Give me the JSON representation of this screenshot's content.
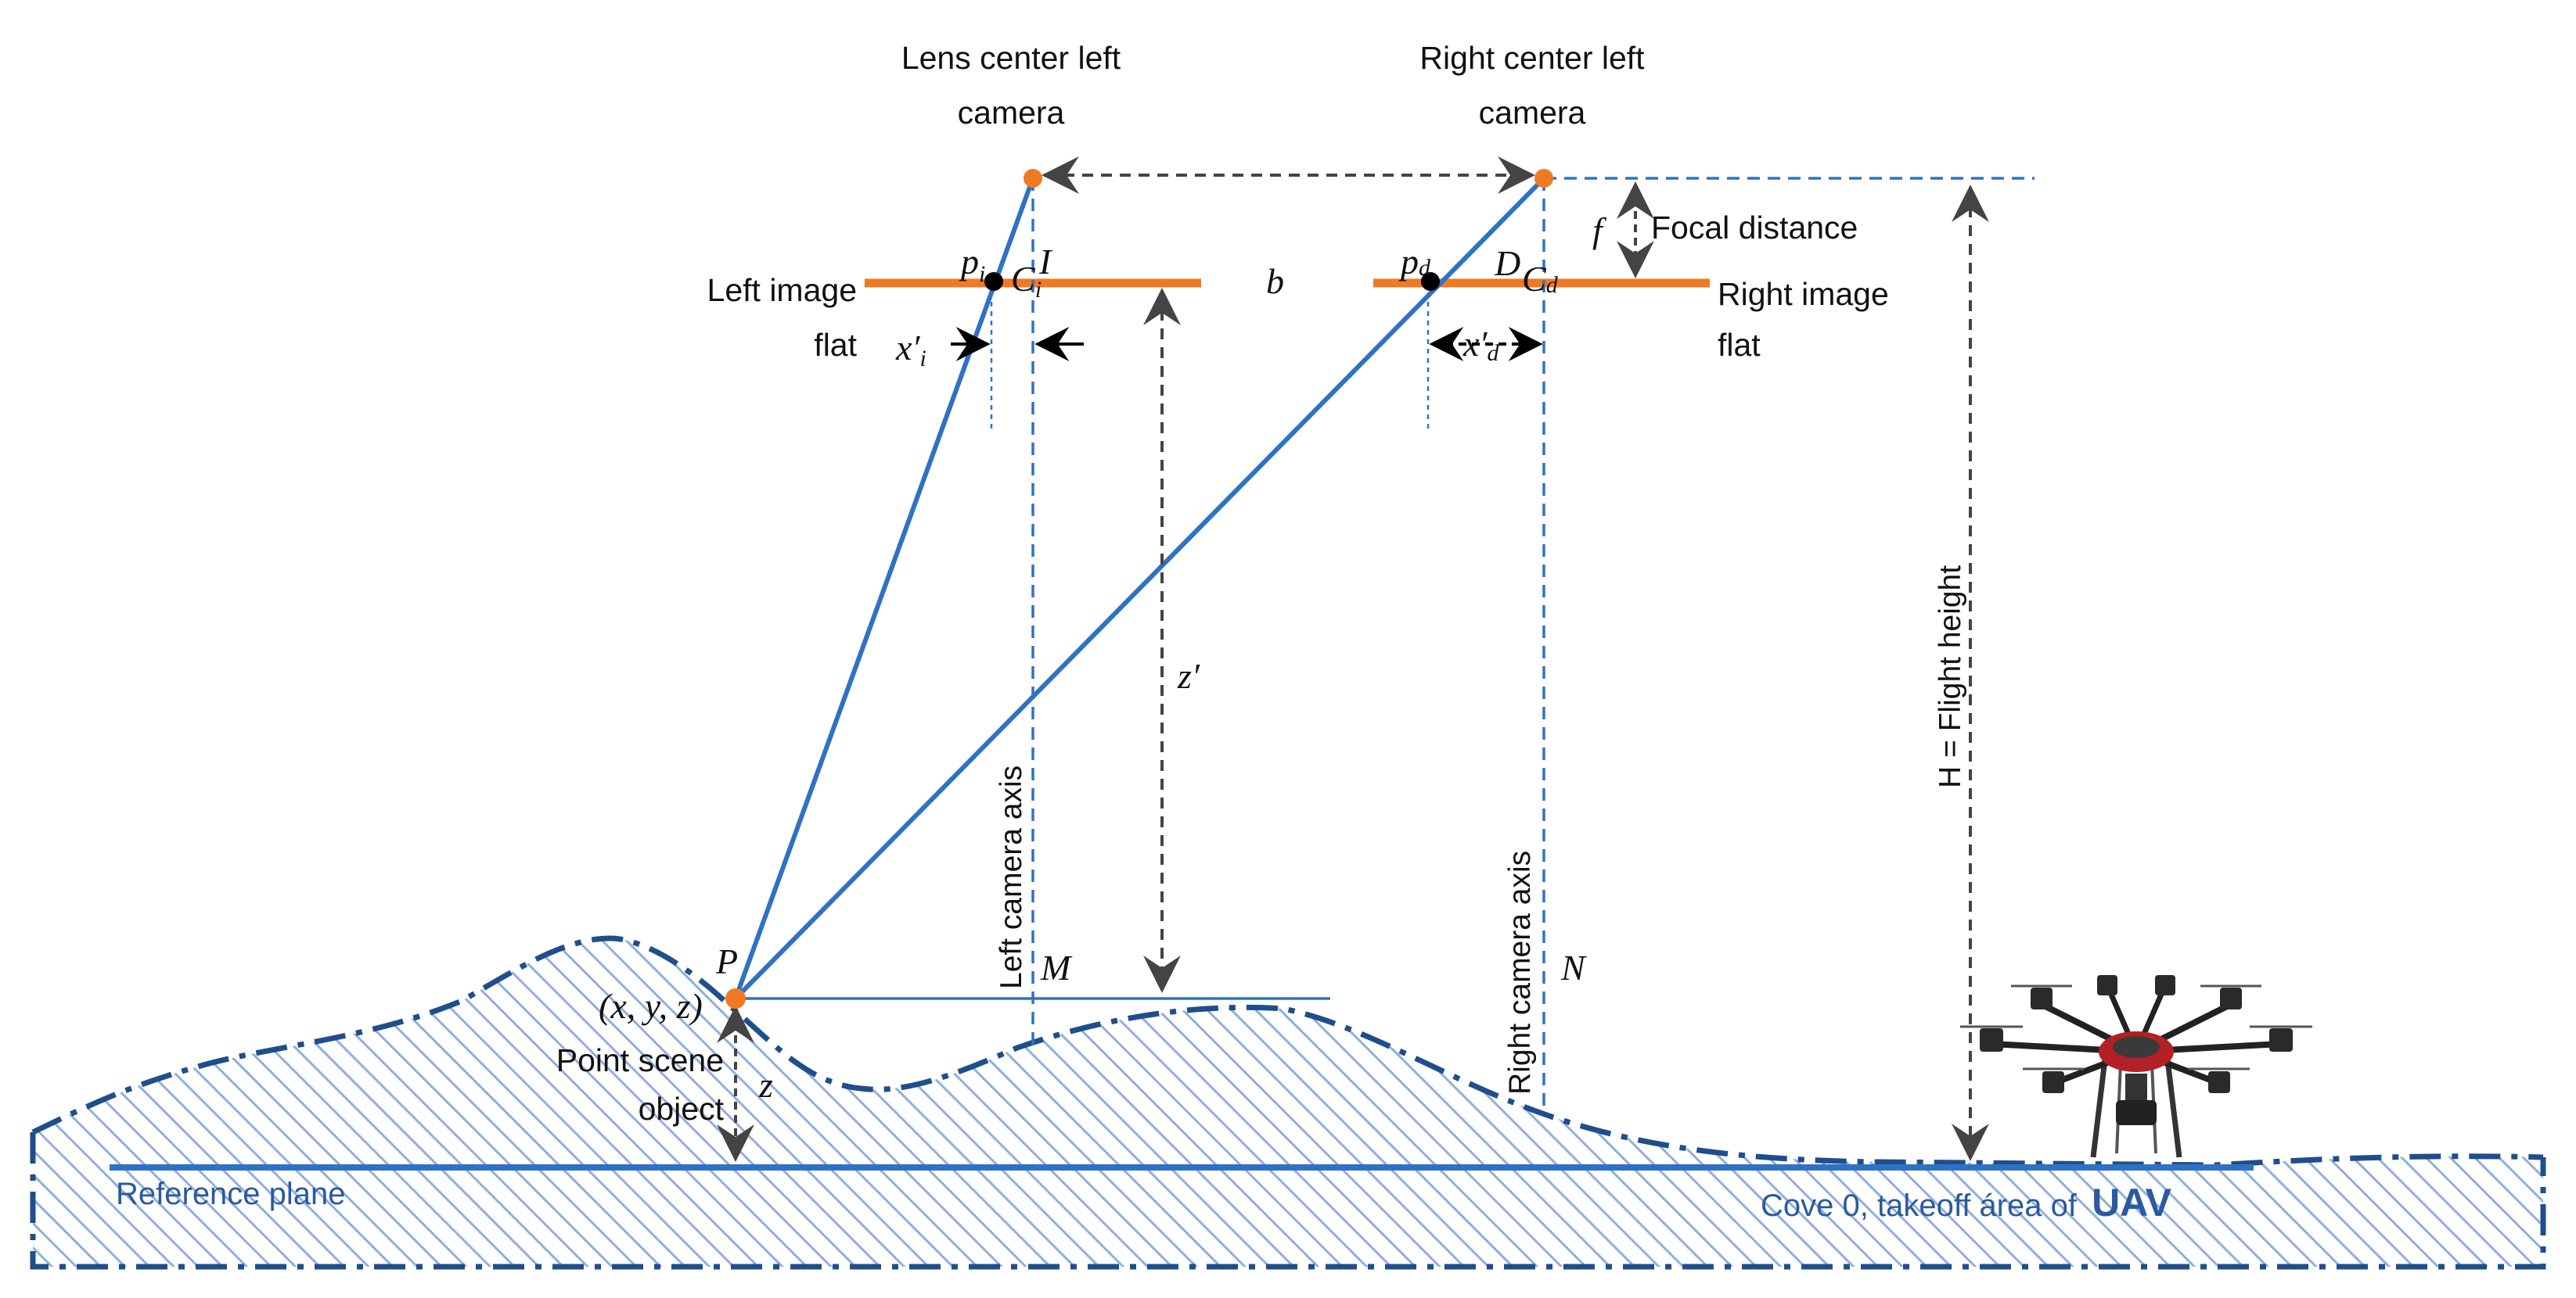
{
  "labels": {
    "lens_center_left_line1": "Lens center left",
    "lens_center_left_line2": "camera",
    "right_center_line1": "Right center left",
    "right_center_line2": "camera",
    "focal_distance": "Focal distance",
    "f": "f",
    "left_image_line1": "Left image",
    "left_image_line2": "flat",
    "right_image_line1": "Right image",
    "right_image_line2": "flat",
    "p_i": "p",
    "p_i_sub": "i",
    "C_i": "C",
    "C_i_sub": "i",
    "I": "I",
    "p_d": "p",
    "p_d_sub": "d",
    "D": "D",
    "C_d": "C",
    "C_d_sub": "d",
    "b": "b",
    "x_prime_i": "x′",
    "x_prime_i_sub": "i",
    "x_prime_d": "x′",
    "x_prime_d_sub": "d",
    "z_prime": "z′",
    "left_camera_axis": "Left camera axis",
    "right_camera_axis": "Right camera axis",
    "flight_height": "H = Flight height",
    "M": "M",
    "N": "N",
    "P": "P",
    "xyz": "(x, y, z)",
    "point_scene_line1": "Point scene",
    "point_scene_line2": "object",
    "z": "z",
    "reference_plane": "Reference plane",
    "cove": "Cove 0, takeoff área of ",
    "uav": "UAV"
  },
  "colors": {
    "line_blue": "#2f72c4",
    "dark_blue": "#1f4e8c",
    "orange": "#f07a22",
    "hatch": "#8fb0dc",
    "arrow_gray": "#444444",
    "text_blue": "#2a5aa0"
  },
  "icons": {
    "drone": "hexacopter-uav-icon"
  }
}
